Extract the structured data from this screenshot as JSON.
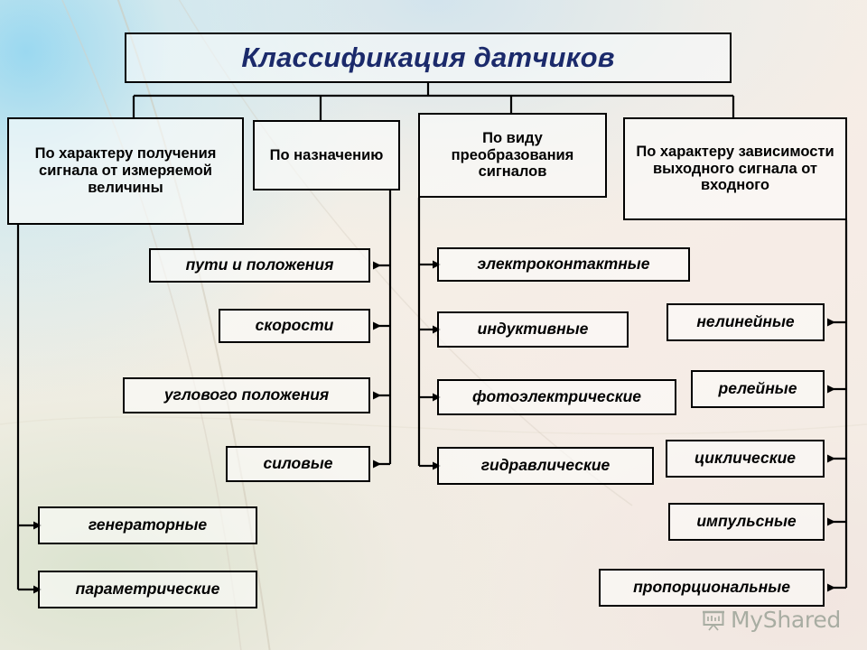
{
  "title": {
    "text": "Классификация датчиков"
  },
  "categories": [
    {
      "id": "cat-0",
      "label": "По характеру получения сигнала от измеряемой величины"
    },
    {
      "id": "cat-1",
      "label": "По назначению"
    },
    {
      "id": "cat-2",
      "label": "По виду преобразования сигналов"
    },
    {
      "id": "cat-3",
      "label": "По характеру зависимости выходного сигнала от входного"
    }
  ],
  "branches": {
    "purpose": {
      "parent": "По назначению",
      "items": [
        {
          "label": "пути и положения"
        },
        {
          "label": "скорости"
        },
        {
          "label": "углового положения"
        },
        {
          "label": "силовые"
        }
      ]
    },
    "conversion": {
      "parent": "По виду преобразования сигналов",
      "items": [
        {
          "label": "электроконтактные"
        },
        {
          "label": "индуктивные"
        },
        {
          "label": "фотоэлектрические"
        },
        {
          "label": "гидравлические"
        }
      ]
    },
    "dependence": {
      "parent": "По характеру зависимости выходного сигнала от входного",
      "items": [
        {
          "label": "нелинейные"
        },
        {
          "label": "релейные"
        },
        {
          "label": "циклические"
        },
        {
          "label": "импульсные"
        },
        {
          "label": "пропорциональные"
        }
      ]
    },
    "acquisition": {
      "parent": "По характеру получения сигнала от измеряемой величины",
      "items": [
        {
          "label": "генераторные"
        },
        {
          "label": "параметрические"
        }
      ]
    }
  },
  "watermark": {
    "text": "MyShared",
    "icon": "presentation-screen-icon"
  },
  "colors": {
    "title_text": "#1b2a6b",
    "box_border": "#000000",
    "box_fill": "#fcfcfa",
    "connector": "#000000",
    "watermark_text": "#7c8a7c"
  }
}
